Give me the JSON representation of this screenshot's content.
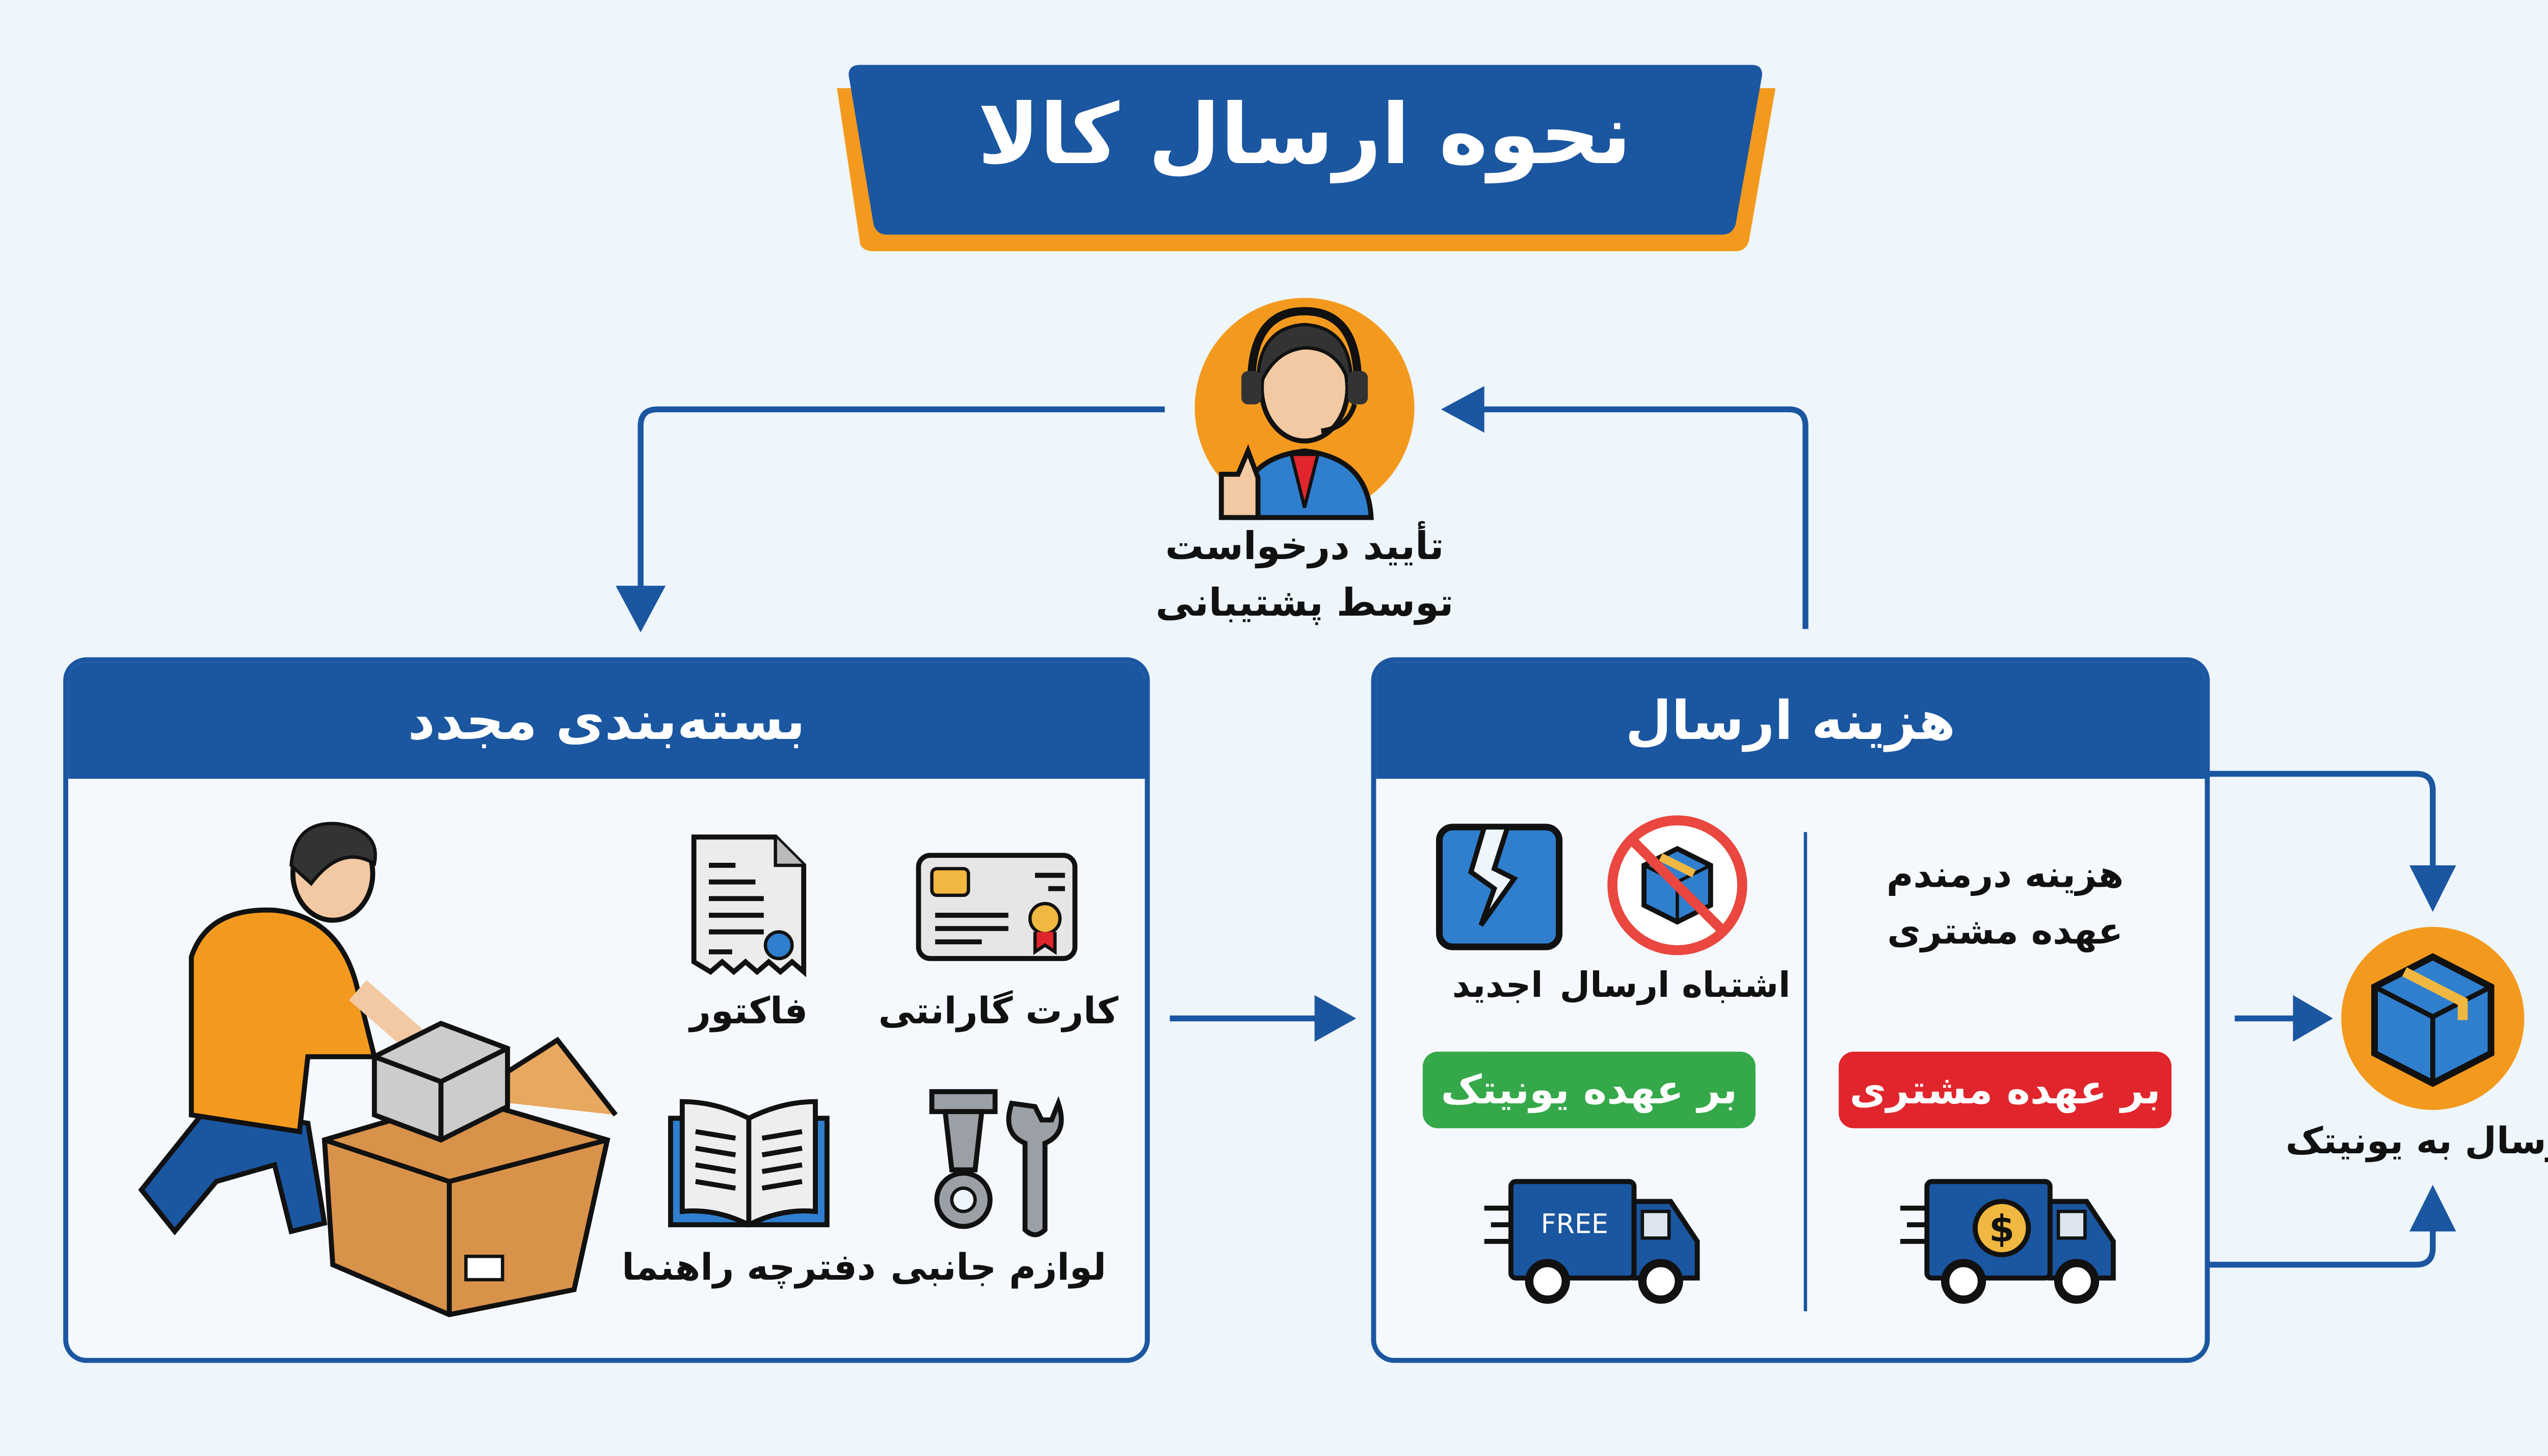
{
  "title": "نحوه ارسال کالا",
  "support": {
    "line1": "تأیید درخواست",
    "line2": "توسط پشتیبانی",
    "icon": "support-agent-icon"
  },
  "repack": {
    "title": "بسته‌بندی مجدد",
    "items": [
      {
        "label": "کارت گارانتی",
        "icon": "warranty-card-icon"
      },
      {
        "label": "فاکتور",
        "icon": "invoice-icon"
      },
      {
        "label": "لوازم جانبی",
        "icon": "tools-icon"
      },
      {
        "label": "دفترچه راهنما",
        "icon": "manual-book-icon"
      }
    ]
  },
  "shipping_cost": {
    "title": "هزینه ارسال",
    "left": {
      "wrong_shipment": "اشتباه ارسال",
      "new": "اجدید",
      "badge": "بر عهده یونیتک",
      "truck_label": "FREE"
    },
    "right": {
      "line1": "هزینه درمندم",
      "line2": "عهده مشتری",
      "badge": "بر عهده مشتری"
    }
  },
  "destination": {
    "label": "ارسال به یونیتک",
    "icon": "package-icon"
  },
  "colors": {
    "blue": "#1b56a0",
    "orange": "#f39a1e",
    "green": "#35a84a",
    "red": "#e0262c",
    "bg": "#eef5fb"
  }
}
